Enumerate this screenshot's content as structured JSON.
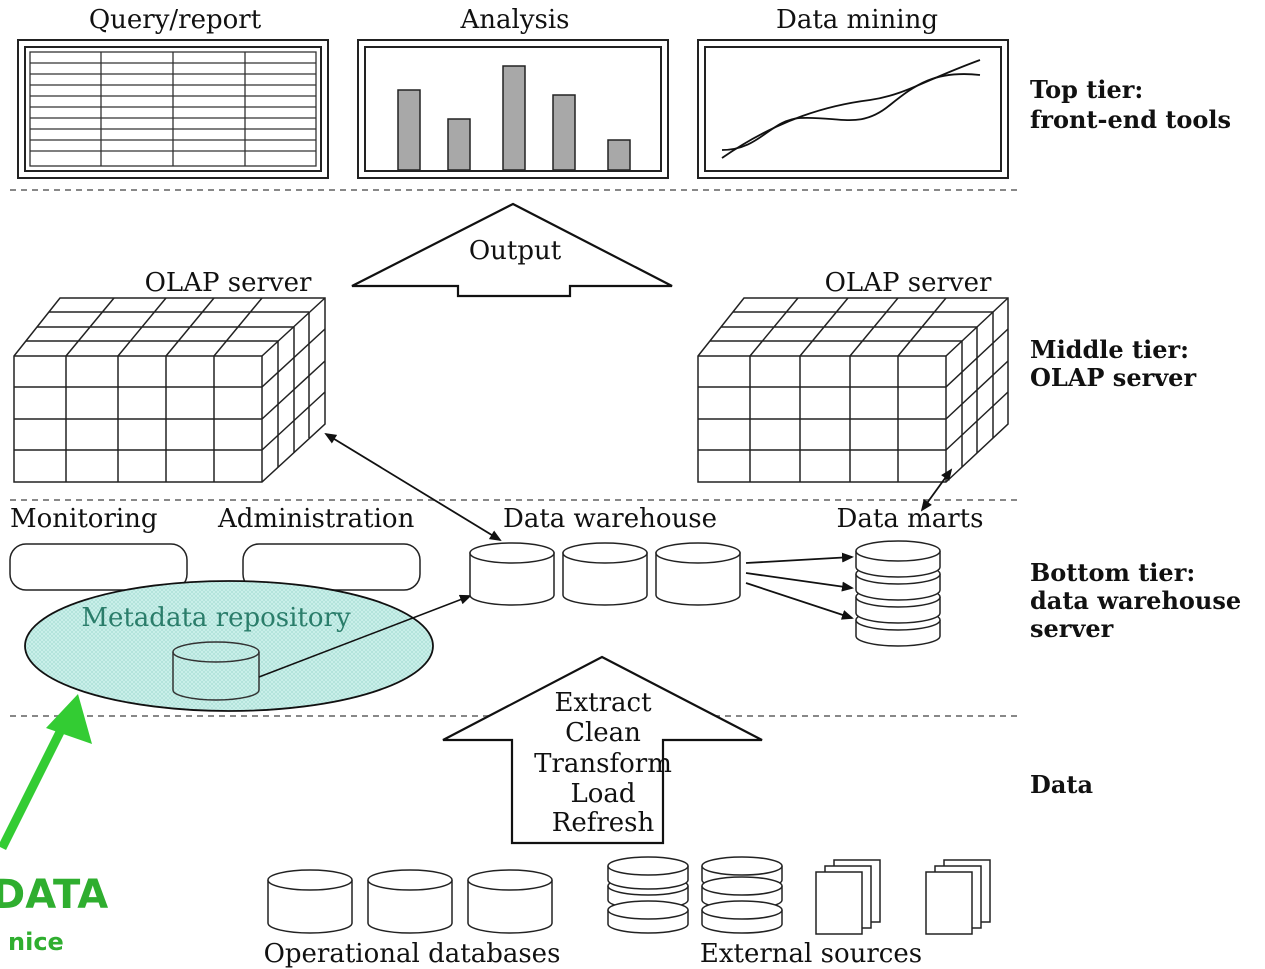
{
  "tools": {
    "query_report": "Query/report",
    "analysis": "Analysis",
    "data_mining": "Data mining"
  },
  "tiers": {
    "top_line1": "Top tier:",
    "top_line2": "front-end tools",
    "middle_line1": "Middle tier:",
    "middle_line2": "OLAP server",
    "bottom_line1": "Bottom tier:",
    "bottom_line2": "data warehouse",
    "bottom_line3": "server",
    "data": "Data"
  },
  "middle": {
    "output": "Output",
    "olap_left": "OLAP server",
    "olap_right": "OLAP server"
  },
  "bottom": {
    "monitoring": "Monitoring",
    "administration": "Administration",
    "data_warehouse": "Data warehouse",
    "data_marts": "Data marts",
    "metadata_repository": "Metadata repository"
  },
  "etl": {
    "extract": "Extract",
    "clean": "Clean",
    "transform": "Transform",
    "load": "Load",
    "refresh": "Refresh"
  },
  "sources": {
    "operational": "Operational databases",
    "external": "External sources"
  },
  "callout": {
    "title": "DATA",
    "subtitle": "nice"
  },
  "colors": {
    "metadata_fill": "#c9efe9",
    "callout_green": "#33cc33",
    "callout_text": "#2fae2f",
    "bar_fill": "#a8a8a8"
  }
}
